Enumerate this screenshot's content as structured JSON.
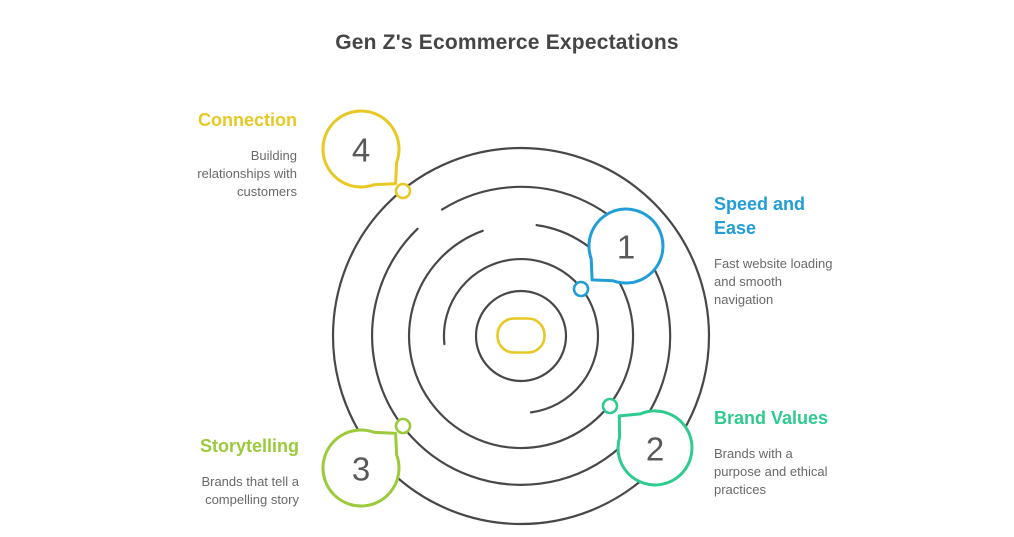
{
  "title": "Gen Z's Ecommerce Expectations",
  "items": [
    {
      "number": "1",
      "heading": "Speed and Ease",
      "description": "Fast website loading and smooth navigation",
      "color": "#219DD8"
    },
    {
      "number": "2",
      "heading": "Brand Values",
      "description": "Brands with a purpose and ethical practices",
      "color": "#2ECB8F"
    },
    {
      "number": "3",
      "heading": "Storytelling",
      "description": "Brands that tell a compelling story",
      "color": "#9BCA3B"
    },
    {
      "number": "4",
      "heading": "Connection",
      "description": "Building relationships with customers",
      "color": "#E8C825"
    }
  ],
  "colors": {
    "background": "#FFFFFF",
    "ring_gray": "#48484B",
    "title_text": "#454547",
    "number_text": "#58595B",
    "description_text": "#696969",
    "center_oval": "#E8C825"
  }
}
